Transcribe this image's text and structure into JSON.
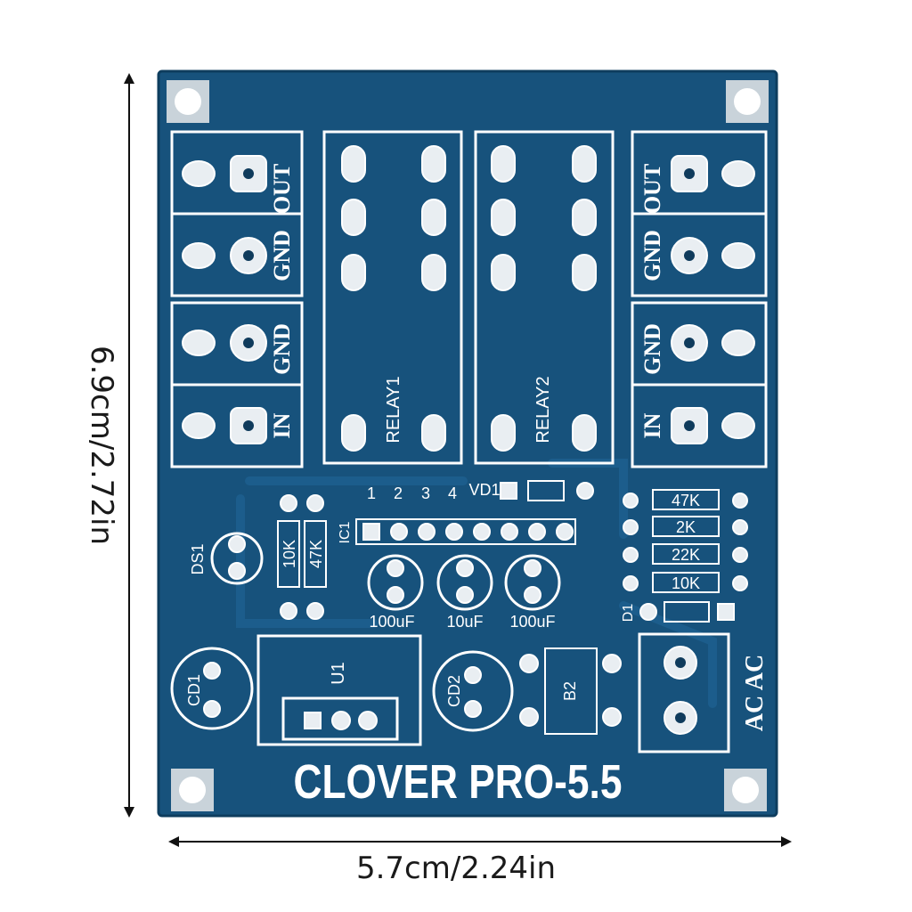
{
  "dimensions": {
    "height_label": "6.9cm/2.72in",
    "width_label": "5.7cm/2.24in"
  },
  "board": {
    "title": "CLOVER PRO-5.5",
    "color": "#17527c",
    "relays": [
      "RELAY1",
      "RELAY2"
    ],
    "left_terminals": [
      "OUT",
      "GND",
      "GND",
      "IN"
    ],
    "right_terminals": [
      "OUT",
      "GND",
      "GND",
      "IN"
    ],
    "pin_numbers": [
      "1",
      "2",
      "3",
      "4"
    ],
    "vd_label": "VD1",
    "ic_label": "IC1",
    "ds_label": "DS1",
    "resistors_left": [
      "10K",
      "47K"
    ],
    "resistors_right": [
      "47K",
      "2K",
      "22K",
      "10K"
    ],
    "caps": [
      "100uF",
      "10uF",
      "100uF"
    ],
    "d1_label": "D1",
    "ac_label": "AC AC",
    "u1_label": "U1",
    "cd1_label": "CD1",
    "cd2_label": "CD2",
    "b2_label": "B2"
  }
}
